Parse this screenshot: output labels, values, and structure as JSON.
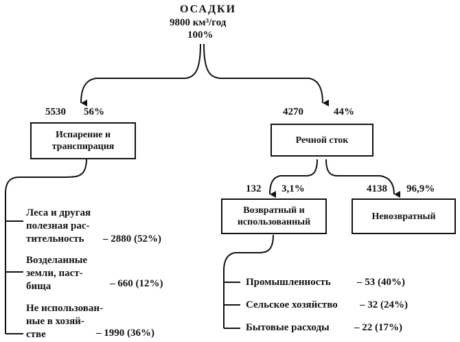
{
  "colors": {
    "ink": "#111111",
    "background": "#ffffff"
  },
  "top": {
    "title": "ОСАДКИ",
    "total": "9800 км³/год",
    "percent": "100%"
  },
  "evaporation": {
    "amount": "5530",
    "percent": "56%",
    "label": "Испарение и\nтранспирация",
    "items": [
      {
        "label": "Леса и другая\nполезная рас-\nтительность",
        "value": "– 2880 (52%)"
      },
      {
        "label": "Возделанные\nземли, паст-\nбища",
        "value": "– 660 (12%)"
      },
      {
        "label": "Не использован-\nные в хозяй-\nстве",
        "value": "– 1990 (36%)"
      }
    ]
  },
  "runoff": {
    "amount": "4270",
    "percent": "44%",
    "label": "Речной сток",
    "returnable": {
      "amount": "132",
      "percent": "3,1%",
      "label": "Возвратный и\nиспользованный",
      "items": [
        {
          "label": "Промышленность",
          "value": "– 53 (40%)"
        },
        {
          "label": "Сельское хозяйство",
          "value": "– 32 (24%)"
        },
        {
          "label": "Бытовые расходы",
          "value": "– 22 (17%)"
        }
      ]
    },
    "nonreturnable": {
      "amount": "4138",
      "percent": "96,9%",
      "label": "Невозвратный"
    }
  }
}
